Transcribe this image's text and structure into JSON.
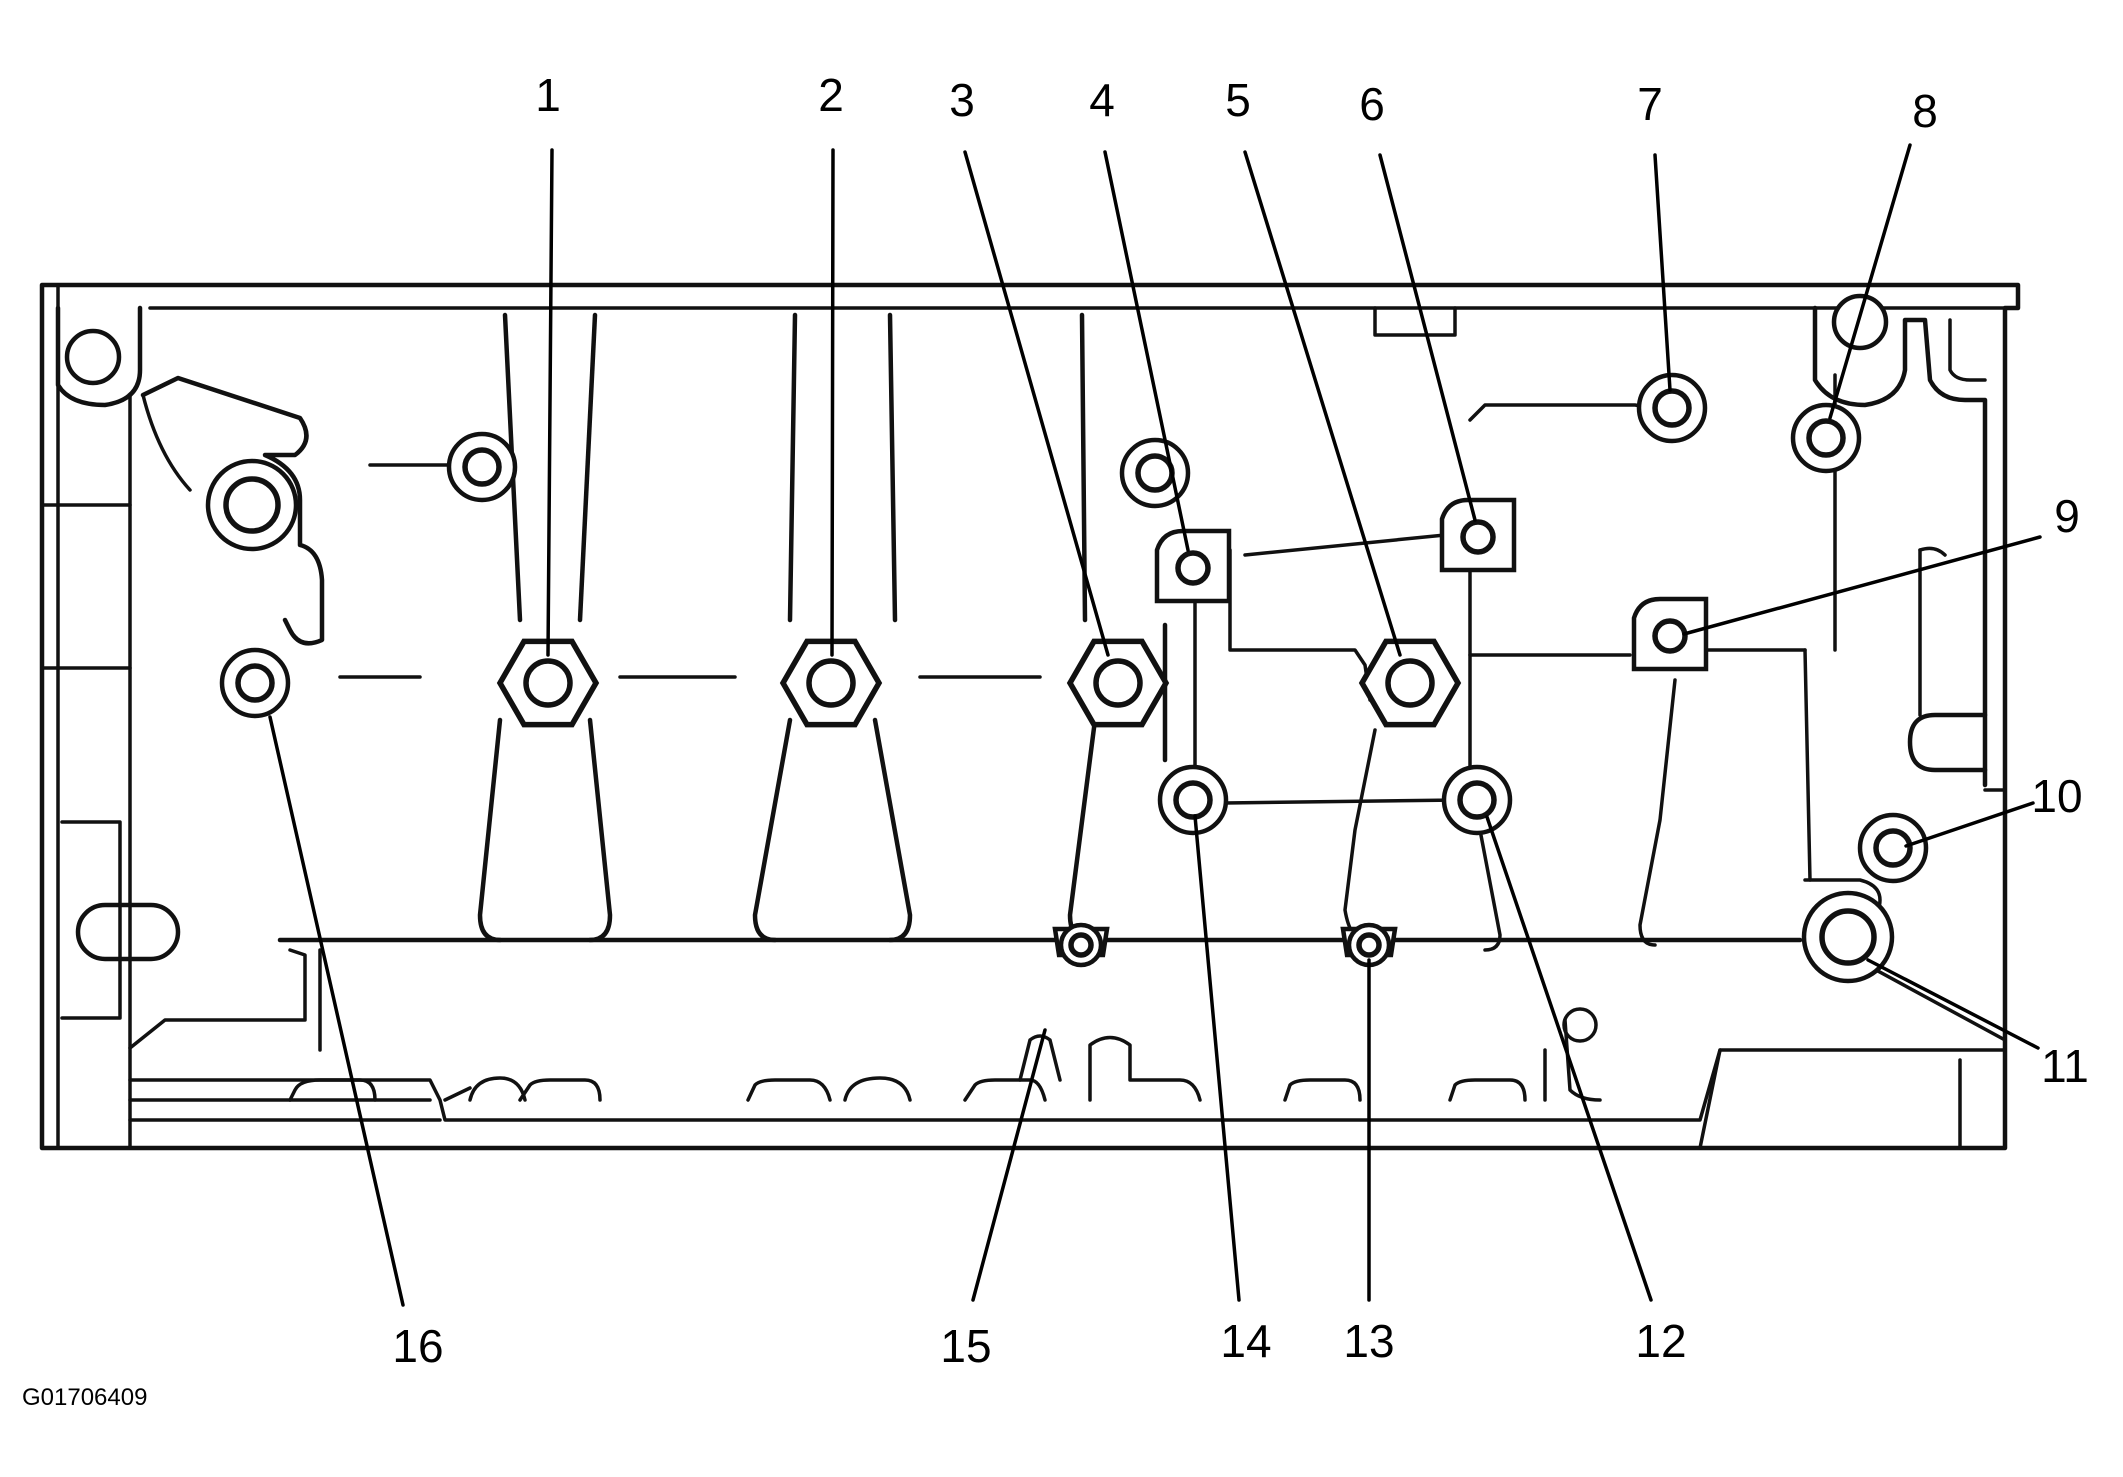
{
  "figure": {
    "id_label": "G01706409",
    "callouts": [
      {
        "number": "1"
      },
      {
        "number": "2"
      },
      {
        "number": "3"
      },
      {
        "number": "4"
      },
      {
        "number": "5"
      },
      {
        "number": "6"
      },
      {
        "number": "7"
      },
      {
        "number": "8"
      },
      {
        "number": "9"
      },
      {
        "number": "10"
      },
      {
        "number": "11"
      },
      {
        "number": "12"
      },
      {
        "number": "13"
      },
      {
        "number": "14"
      },
      {
        "number": "15"
      },
      {
        "number": "16"
      }
    ]
  }
}
